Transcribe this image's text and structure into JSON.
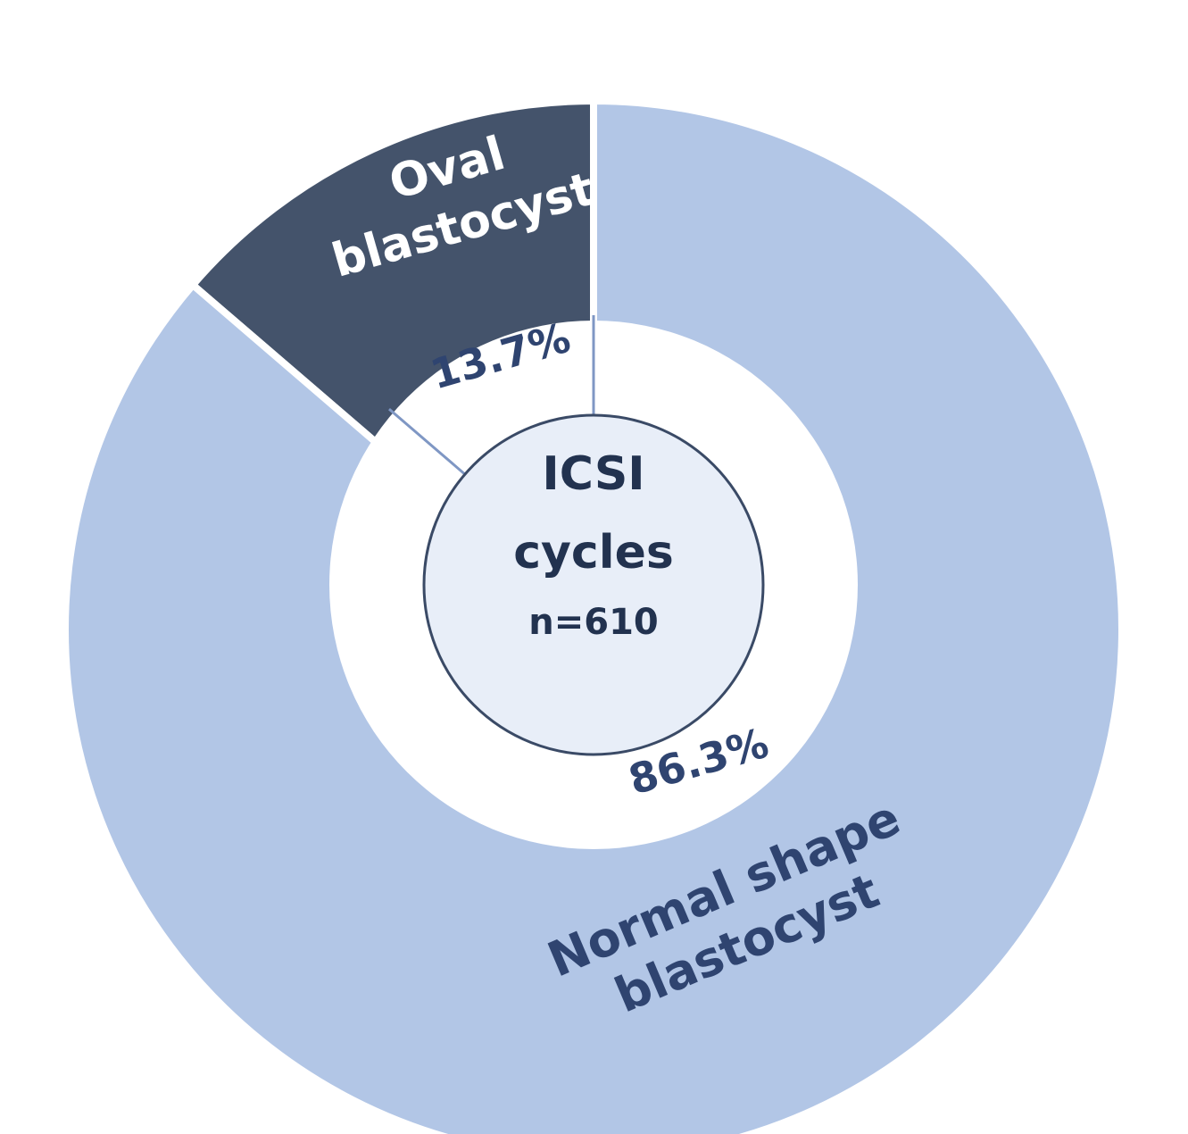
{
  "chart_data": {
    "type": "pie",
    "categories": [
      "Oval blastocyst",
      "Normal shape blastocyst"
    ],
    "values": [
      13.7,
      86.3
    ],
    "value_labels": [
      "13.7%",
      "86.3%"
    ],
    "colors": [
      "#44536b",
      "#b2c6e6"
    ],
    "label_colors": [
      "#ffffff",
      "#2f4470"
    ],
    "center": {
      "line1": "ICSI",
      "line2": "cycles",
      "line3": "n=610"
    }
  }
}
